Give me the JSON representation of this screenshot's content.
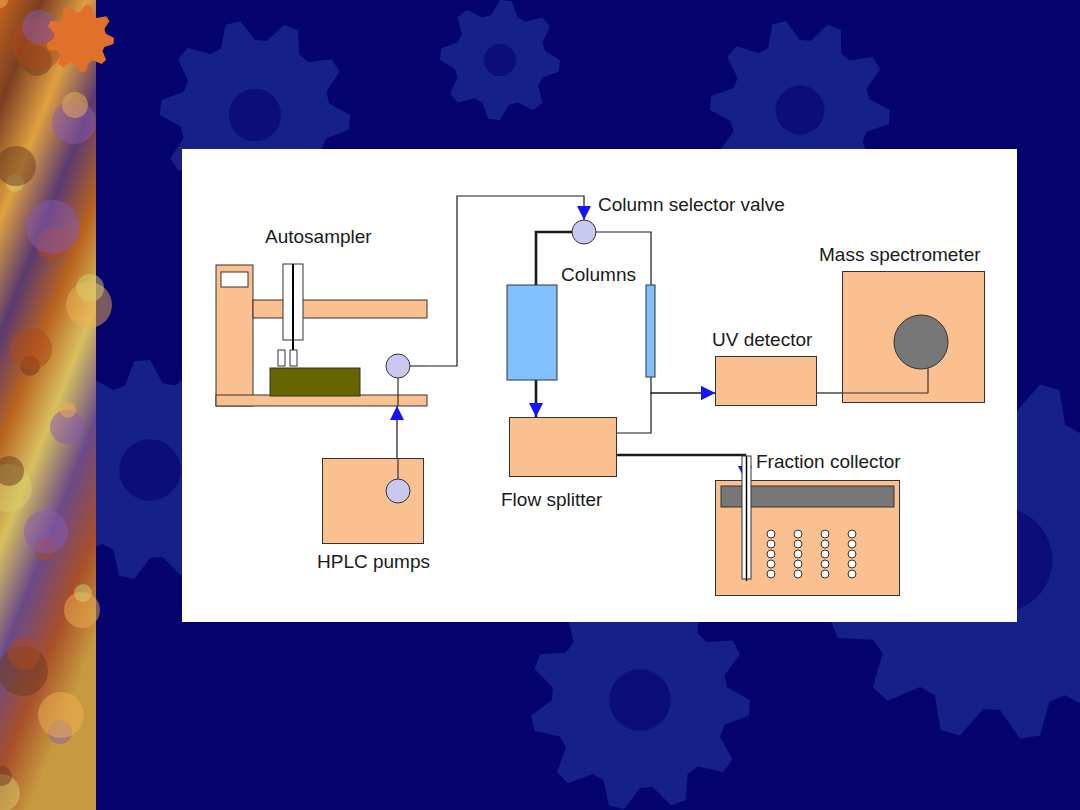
{
  "diagram": {
    "nodes": [
      {
        "text": [
          "Autosampler"
        ]
      },
      {
        "text": [
          "HPLC pumps"
        ]
      },
      {
        "text": [
          "Column selector valve"
        ]
      },
      {
        "text": [
          "UV detector"
        ]
      },
      {
        "text": [
          "Mass spectrometer"
        ]
      },
      {
        "text": [
          "Flow splitter"
        ]
      },
      {
        "text": [
          "Fraction collector"
        ]
      }
    ],
    "edges": [
      {
        "from": 1,
        "to": 0,
        "arrow": "to"
      },
      {
        "from": 0,
        "to": 2,
        "arrow": "to"
      },
      {
        "from": 2,
        "to": 5,
        "arrow": "to"
      },
      {
        "from": 2,
        "to": 3,
        "arrow": "to"
      },
      {
        "from": 5,
        "to": 3,
        "arrow": "to"
      },
      {
        "from": 5,
        "to": 6,
        "arrow": "to"
      },
      {
        "from": 3,
        "to": 4,
        "arrow": "none"
      }
    ],
    "labels": [
      "Columns"
    ]
  }
}
